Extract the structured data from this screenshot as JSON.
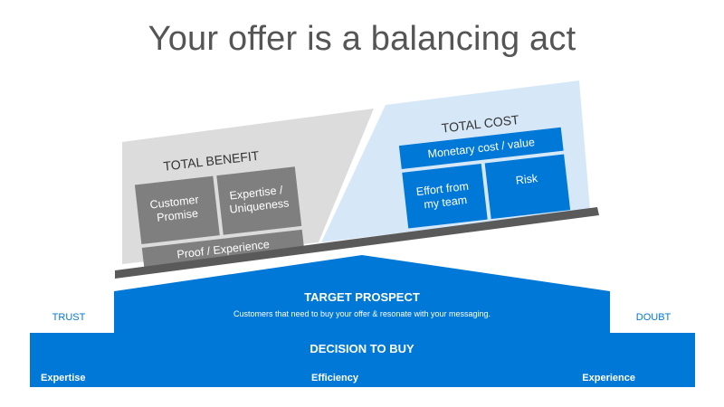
{
  "title": "Your offer is a balancing act",
  "benefit": {
    "heading": "TOTAL BENEFIT",
    "customer_promise": [
      "Customer",
      "Promise"
    ],
    "expertise": [
      "Expertise /",
      "Uniqueness"
    ],
    "proof": "Proof / Experience"
  },
  "cost": {
    "heading": "TOTAL COST",
    "monetary": "Monetary cost / value",
    "effort": [
      "Effort from",
      "my team"
    ],
    "risk": "Risk"
  },
  "prospect": {
    "heading": "TARGET PROSPECT",
    "description": "Customers that need to buy your offer & resonate with your messaging."
  },
  "sides": {
    "left": "TRUST",
    "right": "DOUBT"
  },
  "decision": {
    "heading": "DECISION TO BUY",
    "left": "Expertise",
    "center": "Efficiency",
    "right": "Experience"
  },
  "colors": {
    "blue": "#0078d7",
    "light_blue": "#d6e8f8",
    "light_gray": "#dcdcdc",
    "dark_gray": "#7f7f7f",
    "beam": "#5a5a5a",
    "title": "#555555"
  }
}
